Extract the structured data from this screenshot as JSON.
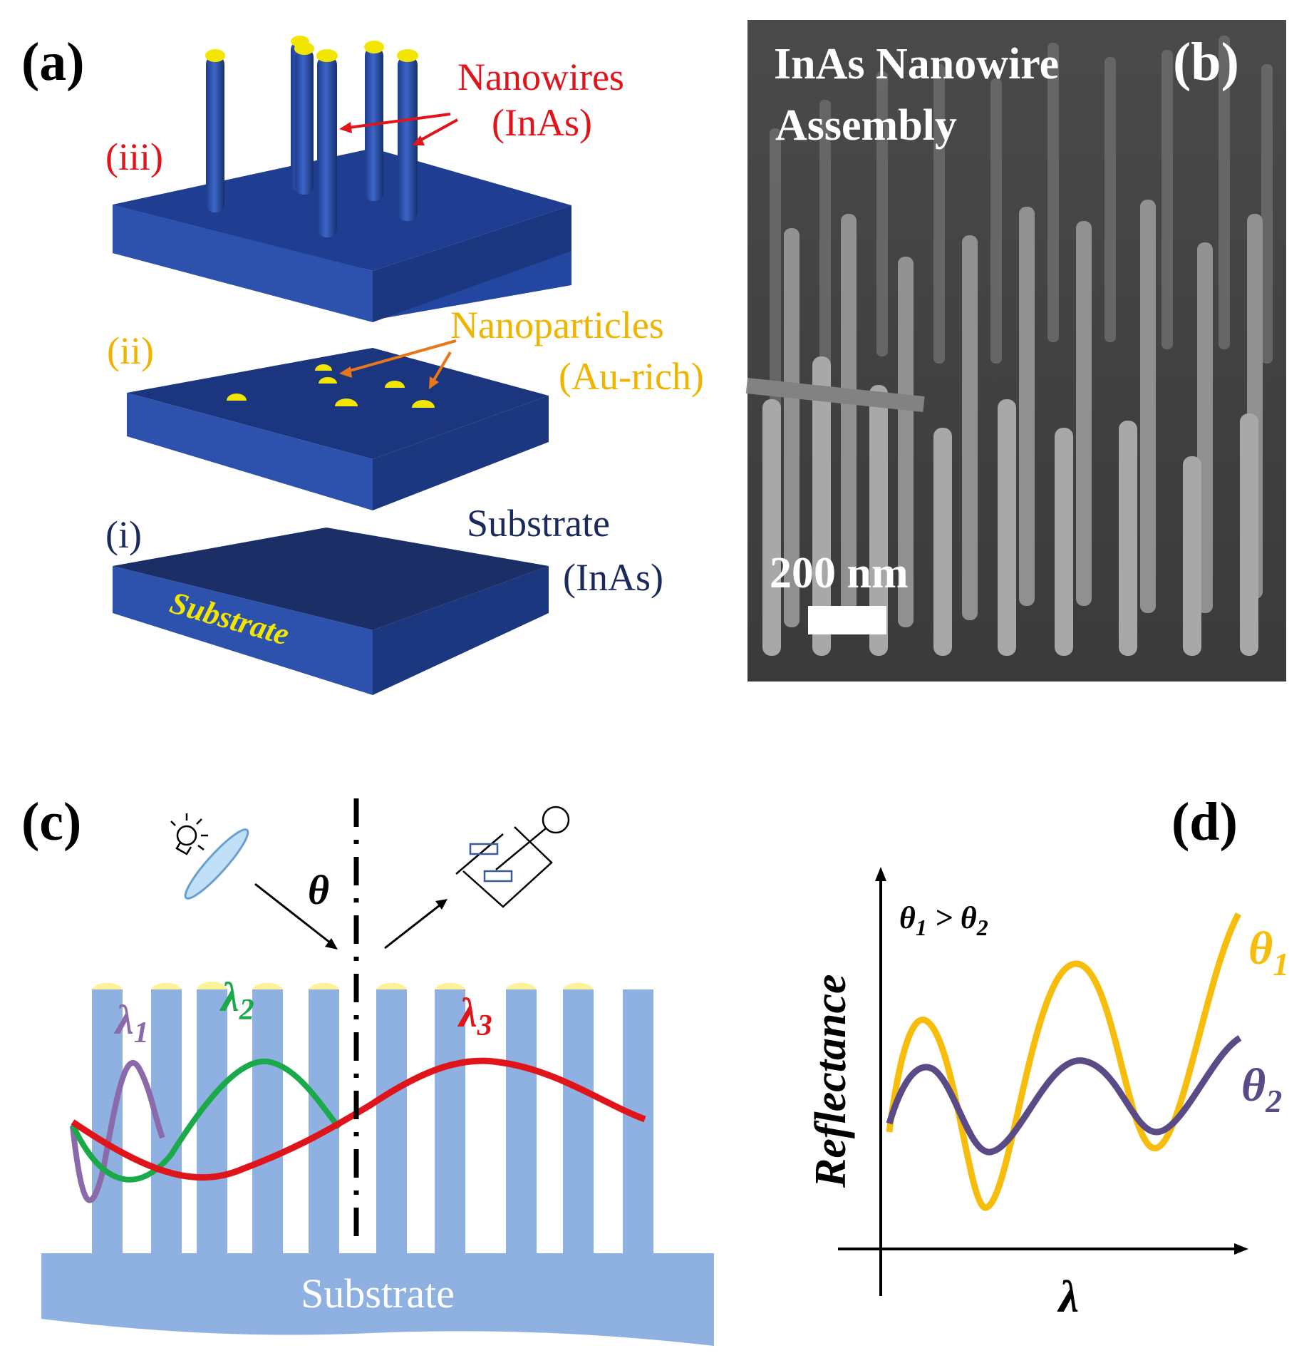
{
  "panels": {
    "a": "(a)",
    "b": "(b)",
    "c": "(c)",
    "d": "(d)"
  },
  "panel_a": {
    "stage_iii": "(iii)",
    "stage_ii": "(ii)",
    "stage_i": "(i)",
    "nanowires_line1": "Nanowires",
    "nanowires_line2": "(InAs)",
    "nanoparticles_line1": "Nanoparticles",
    "nanoparticles_line2": "(Au-rich)",
    "substrate_line1": "Substrate",
    "substrate_line2": "(InAs)",
    "substrate_face_text": "Substrate"
  },
  "panel_b": {
    "title_line1": "InAs Nanowire",
    "title_line2": "Assembly",
    "scale_bar": "200 nm"
  },
  "panel_c": {
    "theta": "θ",
    "lambda1": "λ",
    "lambda1_sub": "1",
    "lambda2": "λ",
    "lambda2_sub": "2",
    "lambda3": "λ",
    "lambda3_sub": "3",
    "substrate": "Substrate"
  },
  "panel_d": {
    "ylabel": "Reflectance",
    "xlabel": "λ",
    "condition_theta1": "θ",
    "condition_sub1": "1",
    "condition_op": " > ",
    "condition_theta2": "θ",
    "condition_sub2": "2",
    "series1": "θ",
    "series1_sub": "1",
    "series2": "θ",
    "series2_sub": "2"
  },
  "colors": {
    "nanowire": "#2a4fa8",
    "substrate_top": "#1a2f66",
    "substrate_side": "#2b4ea6",
    "au": "#f2e600",
    "red_label": "#e0151b",
    "gold_label": "#f0b400",
    "navy_label": "#1b2a5c",
    "light_blue": "#8fb1e2",
    "lambda1": "#8a6aaa",
    "lambda2": "#1aaa4a",
    "lambda3": "#e0151b",
    "theta1_curve": "#f7bd0c",
    "theta2_curve": "#5a4a86"
  },
  "icons": [
    "light-bulb-icon",
    "lens-icon",
    "spectrometer-icon"
  ]
}
